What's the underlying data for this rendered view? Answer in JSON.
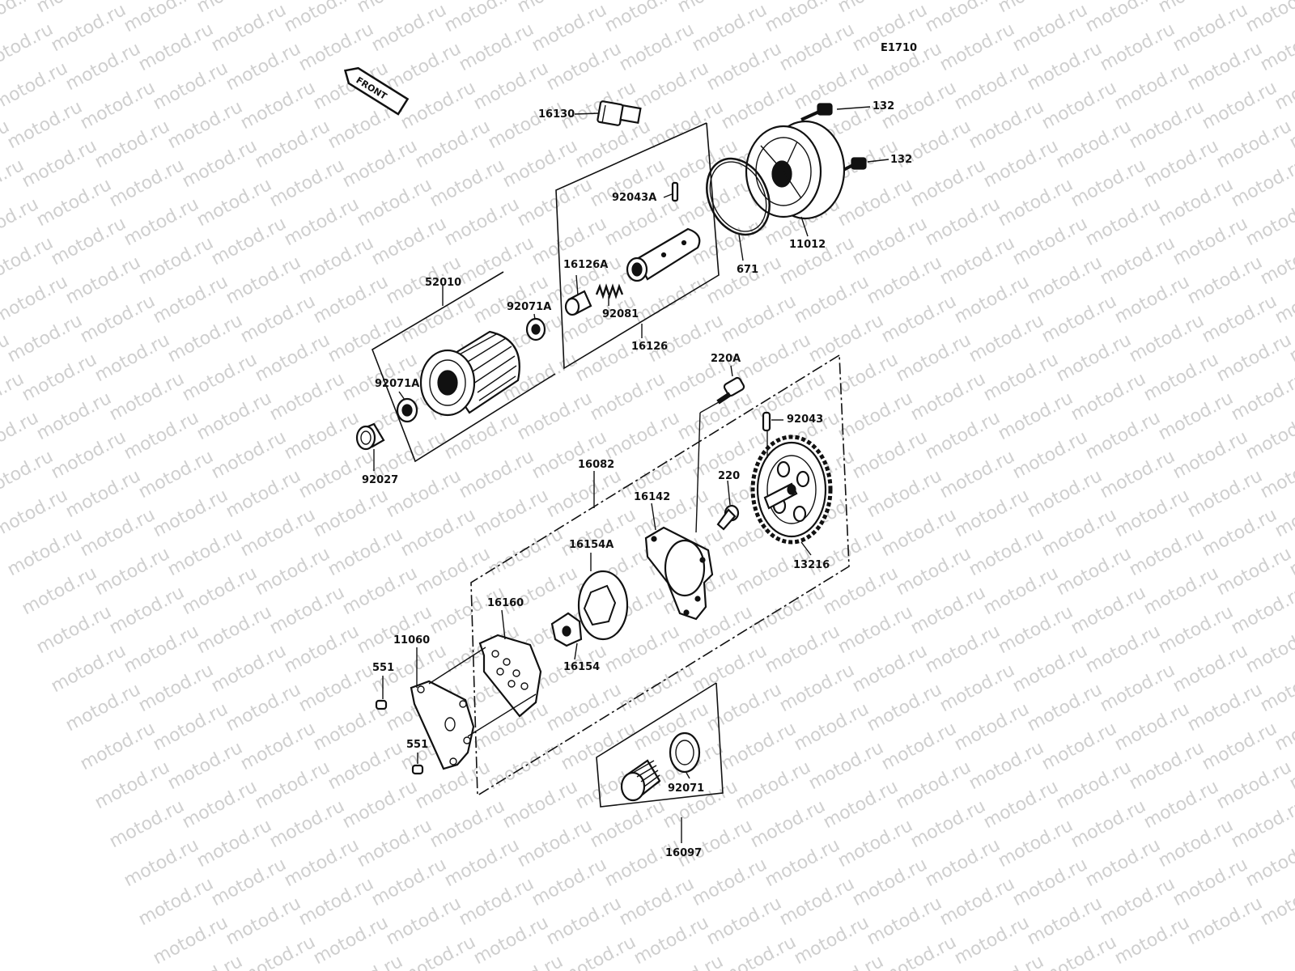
{
  "watermark": "motod.ru",
  "diagram_code": "E1710",
  "front_label": "FRONT",
  "parts": {
    "p16130": "16130",
    "p132a": "132",
    "p132b": "132",
    "p92043A": "92043A",
    "p11012": "11012",
    "p671": "671",
    "p16126A": "16126A",
    "p92081": "92081",
    "p16126": "16126",
    "p52010": "52010",
    "p92071A_top": "92071A",
    "p92071A_left": "92071A",
    "p92027": "92027",
    "p220A": "220A",
    "p92043": "92043",
    "p16082": "16082",
    "p220": "220",
    "p16142": "16142",
    "p16154A": "16154A",
    "p13216": "13216",
    "p16160": "16160",
    "p11060": "11060",
    "p551a": "551",
    "p551b": "551",
    "p16154": "16154",
    "p92071": "92071",
    "p16097": "16097"
  }
}
